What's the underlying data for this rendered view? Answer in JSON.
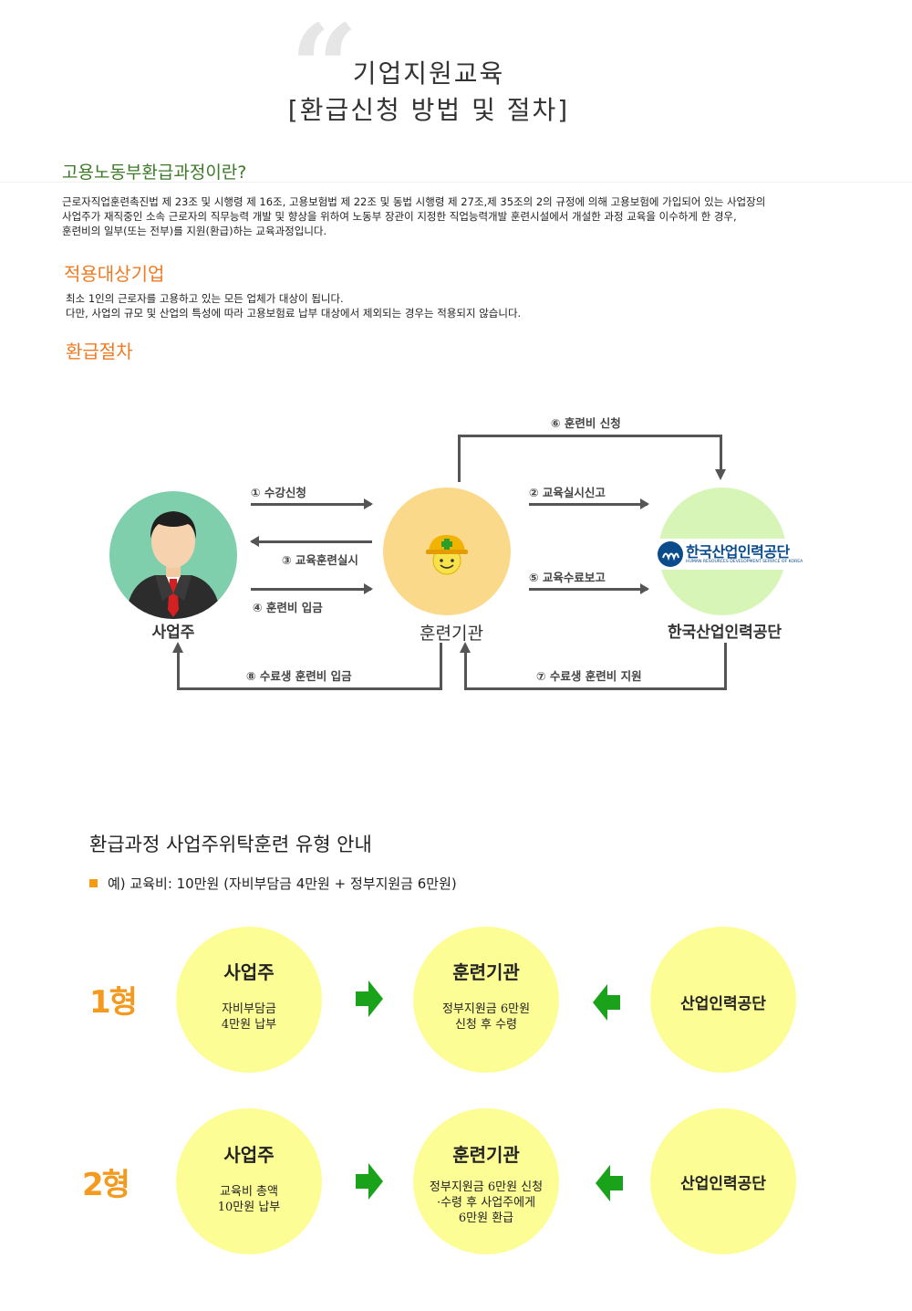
{
  "header": {
    "title_line1": "기업지원교육",
    "title_line2": "[환급신청 방법 및 절차]"
  },
  "section_what": {
    "heading": "고용노동부환급과정이란?",
    "lines": [
      "근로자직업훈련촉진법 제 23조 및 시행령 제 16조, 고용보험법 제 22조 및 동법 시행령 제 27조,제 35조의 2의 규정에 의해 고용보험에 가입되어 있는 사업장의",
      "사업주가 재직중인 소속 근로자의 직무능력 개발 및 향상을 위하여 노동부 장관이 지정한 직업능력개발 훈련시설에서 개설한 과정 교육을 이수하게 한 경우,",
      "훈련비의 일부(또는 전부)를 지원(환급)하는 교육과정입니다."
    ]
  },
  "section_target": {
    "heading": "적용대상기업",
    "lines": [
      "최소 1인의 근로자를 고용하고 있는 모든 업체가 대상이 됩니다.",
      "다만, 사업의 규모 및 산업의 특성에 따라 고용보험료 납부 대상에서 제외되는 경우는 적용되지 않습니다."
    ]
  },
  "section_process": {
    "heading": "환급절차",
    "nodes": {
      "employer": "사업주",
      "institution": "훈련기관",
      "agency": "한국산업인력공단"
    },
    "agency_logo": {
      "name": "한국산업인력공단",
      "sub": "HUMAN RESOURCES DEVELOPMENT SERVICE OF KOREA"
    },
    "steps": {
      "s1": "① 수강신청",
      "s2": "② 교육실시신고",
      "s3": "③ 교육훈련실시",
      "s4": "④ 훈련비 입금",
      "s5": "⑤ 교육수료보고",
      "s6": "⑥ 훈련비 신청",
      "s7": "⑦ 수료생 훈련비 지원",
      "s8": "⑧ 수료생 훈련비 입금"
    },
    "colors": {
      "employer_bg": "#7fcfad",
      "institution_bg": "#fbd98b",
      "agency_bg": "#d8f5b8",
      "logo_blue": "#0a4b8c"
    }
  },
  "types": {
    "title": "환급과정 사업주위탁훈련 유형 안내",
    "example": "예) 교육비: 10만원 (자비부담금 4만원 + 정부지원금 6만원)",
    "rows": [
      {
        "label": "1형",
        "employer_title": "사업주",
        "employer_lines": [
          "자비부담금",
          "4만원 납부"
        ],
        "inst_title": "훈련기관",
        "inst_lines": [
          "정부지원금 6만원",
          "신청 후 수령"
        ],
        "agency_title": "산업인력공단"
      },
      {
        "label": "2형",
        "employer_title": "사업주",
        "employer_lines": [
          "교육비 총액",
          "10만원 납부"
        ],
        "inst_title": "훈련기관",
        "inst_lines": [
          "정부지원금 6만원 신청",
          "·수령 후 사업주에게",
          "6만원 환급"
        ],
        "agency_title": "산업인력공단"
      }
    ],
    "colors": {
      "circle": "#fdfd96",
      "accent": "#f39a1f",
      "arrow": "#1aa31a"
    }
  }
}
